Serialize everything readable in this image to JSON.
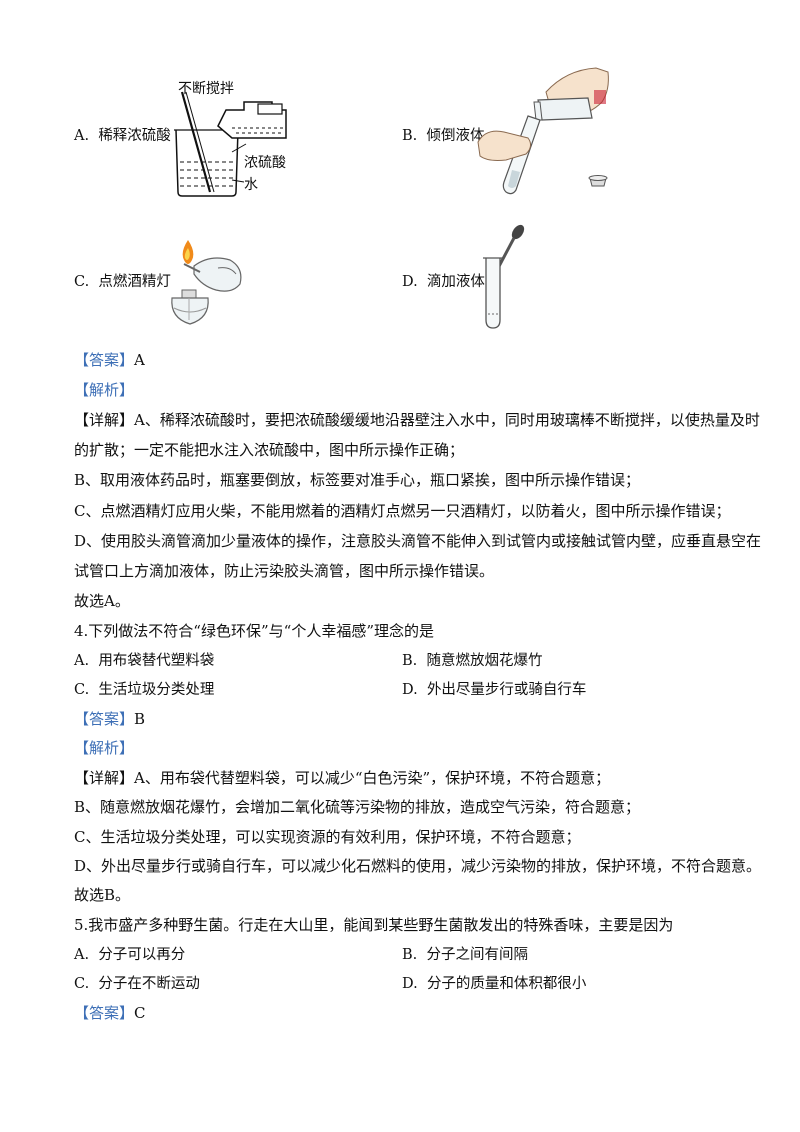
{
  "figure_options": [
    {
      "letter": "A.",
      "text": "稀释浓硫酸",
      "fig_labels": {
        "stir": "不断搅拌",
        "acid": "浓硫酸",
        "water": "水"
      }
    },
    {
      "letter": "B.",
      "text": "倾倒液体"
    },
    {
      "letter": "C.",
      "text": "点燃酒精灯"
    },
    {
      "letter": "D.",
      "text": "滴加液体"
    }
  ],
  "q3": {
    "answer_tag": "【答案】",
    "answer": "A",
    "analysis_tag": "【解析】",
    "detail_lines": [
      "【详解】A、稀释浓硫酸时，要把浓硫酸缓缓地沿器壁注入水中，同时用玻璃棒不断搅拌，以使热量及时",
      "的扩散；一定不能把水注入浓硫酸中，图中所示操作正确；",
      "B、取用液体药品时，瓶塞要倒放，标签要对准手心，瓶口紧挨，图中所示操作错误；",
      "C、点燃酒精灯应用火柴，不能用燃着的酒精灯点燃另一只酒精灯，以防着火，图中所示操作错误；",
      "D、使用胶头滴管滴加少量液体的操作，注意胶头滴管不能伸入到试管内或接触试管内壁，应垂直悬空在",
      "试管口上方滴加液体，防止污染胶头滴管，图中所示操作错误。",
      "故选A。"
    ]
  },
  "q4": {
    "stem": "4.下列做法不符合“绿色环保”与“个人幸福感”理念的是",
    "options": [
      {
        "letter": "A.",
        "text": "用布袋替代塑料袋"
      },
      {
        "letter": "B.",
        "text": "随意燃放烟花爆竹"
      },
      {
        "letter": "C.",
        "text": "生活垃圾分类处理"
      },
      {
        "letter": "D.",
        "text": "外出尽量步行或骑自行车"
      }
    ],
    "answer_tag": "【答案】",
    "answer": "B",
    "analysis_tag": "【解析】",
    "detail_lines": [
      "【详解】A、用布袋代替塑料袋，可以减少“白色污染”，保护环境，不符合题意；",
      "B、随意燃放烟花爆竹，会增加二氧化硫等污染物的排放，造成空气污染，符合题意；",
      "C、生活垃圾分类处理，可以实现资源的有效利用，保护环境，不符合题意；",
      "D、外出尽量步行或骑自行车，可以减少化石燃料的使用，减少污染物的排放，保护环境，不符合题意。",
      "故选B。"
    ]
  },
  "q5": {
    "stem": "5.我市盛产多种野生菌。行走在大山里，能闻到某些野生菌散发出的特殊香味，主要是因为",
    "options": [
      {
        "letter": "A.",
        "text": "分子可以再分"
      },
      {
        "letter": "B.",
        "text": "分子之间有间隔"
      },
      {
        "letter": "C.",
        "text": "分子在不断运动"
      },
      {
        "letter": "D.",
        "text": "分子的质量和体积都很小"
      }
    ],
    "answer_tag": "【答案】",
    "answer": "C"
  }
}
